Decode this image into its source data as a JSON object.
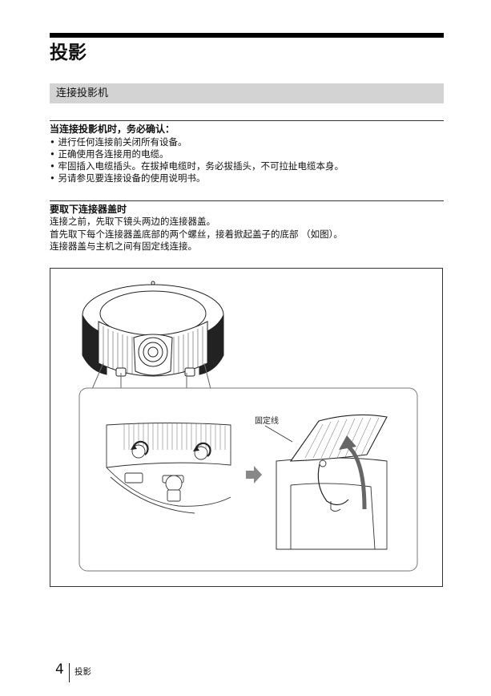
{
  "page": {
    "title": "投影",
    "section_title": "连接投影机",
    "checklist_heading": "当连接投影机时，务必确认：",
    "checklist": [
      "进行任何连接前关闭所有设备。",
      "正确使用各连接用的电缆。",
      "牢固插入电缆插头。在拔掉电缆时，务必拔插头，不可拉扯电缆本身。",
      "另请参见要连接设备的使用说明书。"
    ],
    "cover_heading": "要取下连接器盖时",
    "cover_paragraph": [
      "连接之前，先取下镜头两边的连接器盖。",
      "首先取下每个连接器盖底部的两个螺丝，接着掀起盖子的底部 （如图）。",
      "连接器盖与主机之间有固定线连接。"
    ],
    "figure_label": "固定线",
    "page_number": "4",
    "footer_label": "投影"
  }
}
